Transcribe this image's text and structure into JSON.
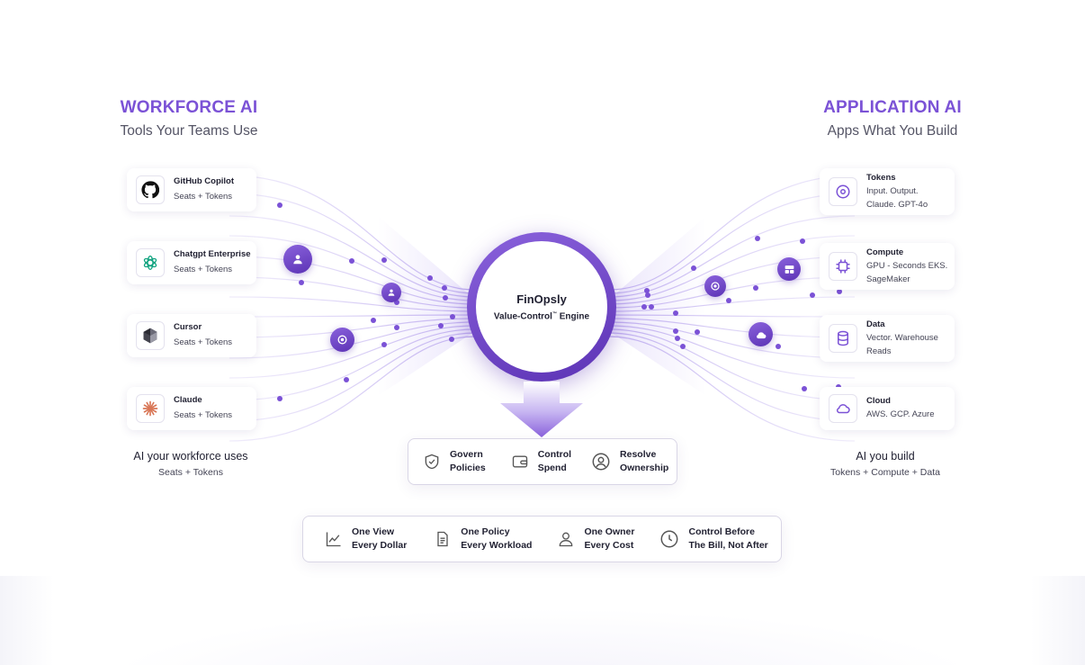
{
  "left_heading": {
    "title": "WORKFORCE AI",
    "subtitle": "Tools Your Teams Use"
  },
  "right_heading": {
    "title": "APPLICATION AI",
    "subtitle": "Apps What You Build"
  },
  "left_cards": [
    {
      "name": "GitHub Copilot",
      "detail": "Seats + Tokens",
      "icon": "github-icon"
    },
    {
      "name": "Chatgpt Enterprise",
      "detail": "Seats + Tokens",
      "icon": "openai-icon"
    },
    {
      "name": "Cursor",
      "detail": "Seats + Tokens",
      "icon": "cursor-icon"
    },
    {
      "name": "Claude",
      "detail": "Seats + Tokens",
      "icon": "claude-icon"
    }
  ],
  "right_cards": [
    {
      "name": "Tokens",
      "detail1": "Input. Output.",
      "detail2": "Claude. GPT-4o",
      "icon": "disc-icon"
    },
    {
      "name": "Compute",
      "detail1": "GPU - Seconds EKS.",
      "detail2": "SageMaker",
      "icon": "chip-icon"
    },
    {
      "name": "Data",
      "detail1": "Vector. Warehouse",
      "detail2": "Reads",
      "icon": "database-icon"
    },
    {
      "name": "Cloud",
      "detail1": "AWS. GCP. Azure",
      "detail2": "",
      "icon": "cloud-icon"
    }
  ],
  "left_footer": {
    "line1": "AI your workforce uses",
    "line2": "Seats + Tokens"
  },
  "right_footer": {
    "line1": "AI you build",
    "line2": "Tokens + Compute + Data"
  },
  "engine": {
    "name": "FinOpsly",
    "subtitle": "Value-Control",
    "tm": "™",
    "suffix": " Engine"
  },
  "actions": [
    {
      "line1": "Govern",
      "line2": "Policies",
      "icon": "shield-check-icon"
    },
    {
      "line1": "Control",
      "line2": "Spend",
      "icon": "wallet-icon"
    },
    {
      "line1": "Resolve",
      "line2": "Ownership",
      "icon": "user-circle-icon"
    }
  ],
  "benefits": [
    {
      "line1": "One View",
      "line2": "Every Dollar",
      "icon": "chart-line-icon"
    },
    {
      "line1": "One Policy",
      "line2": "Every Workload",
      "icon": "document-icon"
    },
    {
      "line1": "One Owner",
      "line2": "Every Cost",
      "icon": "user-icon"
    },
    {
      "line1": "Control Before",
      "line2": "The Bill, Not After",
      "icon": "clock-icon"
    }
  ],
  "colors": {
    "accent": "#7b52d6",
    "accent_dark": "#5c33b5",
    "line": "#cfc3f2"
  }
}
